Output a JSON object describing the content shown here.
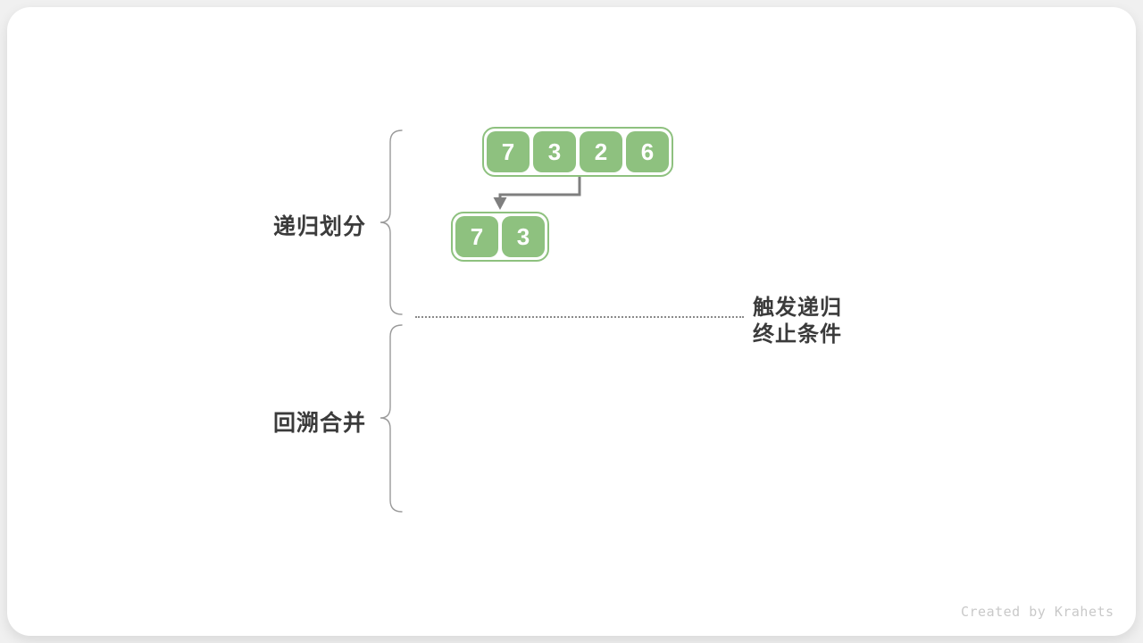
{
  "page": {
    "watermark": "Created by Krahets"
  },
  "diagram": {
    "phase_labels": [
      {
        "label": "递归划分"
      },
      {
        "label": "回溯合并"
      }
    ],
    "top_array": {
      "values": [
        "7",
        "3",
        "2",
        "6"
      ]
    },
    "sub_array": {
      "values": [
        "7",
        "3"
      ]
    },
    "termination_label": {
      "line1": "触发递归",
      "line2": "终止条件"
    },
    "colors": {
      "page_bg": "#f0f0f0",
      "green": "#8ec17f",
      "cell_text": "#ffffff",
      "arrow": "#7f7f7f",
      "brace": "#9a9a9a",
      "label_text": "#3b3b3b",
      "dotted_line": "#8a8a8a",
      "watermark": "#c9c9c9"
    }
  }
}
